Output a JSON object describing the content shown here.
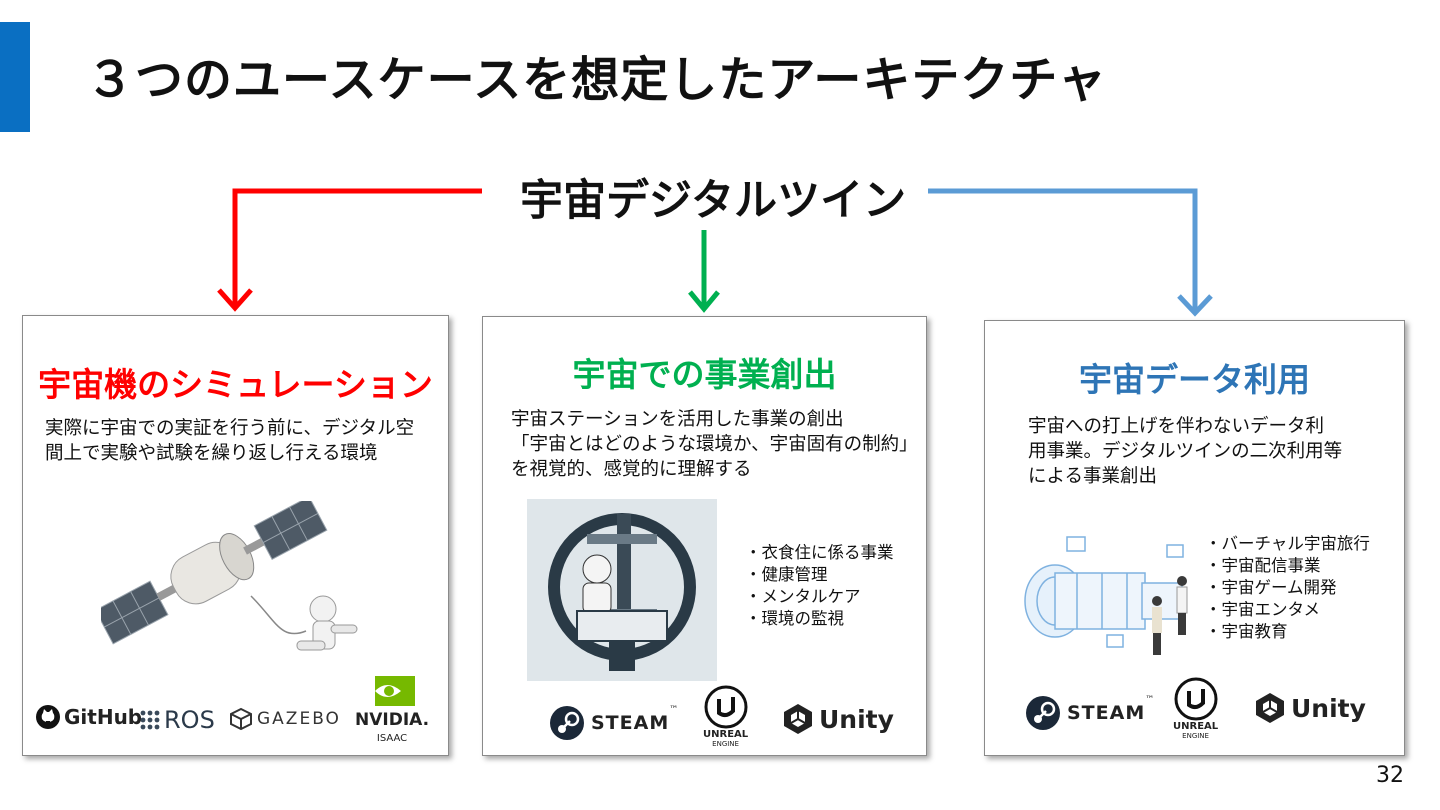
{
  "slide": {
    "title": "３つのユースケースを想定したアーキテクチャ",
    "hub_title": "宇宙デジタルツイン",
    "page_number": "32"
  },
  "colors": {
    "accent": "#0a6fc2",
    "red": "#ff0000",
    "green": "#00b050",
    "blue": "#5b9bd5",
    "blue_heading": "#2e75b6"
  },
  "cards": [
    {
      "heading": "宇宙機のシミュレーション",
      "description": "実際に宇宙での実証を行う前に、デジタル空\n間上で実験や試験を繰り返し行える環境",
      "logos": {
        "github": "GitHub",
        "ros": "ROS",
        "gazebo": "GAZEBO",
        "nvidia": "NVIDIA.",
        "nvidia_sub": "ISAAC"
      }
    },
    {
      "heading": "宇宙での事業創出",
      "description": "宇宙ステーションを活用した事業の創出\n「宇宙とはどのような環境か、宇宙固有の制約」\nを視覚的、感覚的に理解する",
      "bullets": [
        "衣食住に係る事業",
        "健康管理",
        "メンタルケア",
        "環境の監視"
      ],
      "logos": {
        "steam": "STEAM",
        "tm": "™",
        "unreal_1": "UNREAL",
        "unreal_2": "ENGINE",
        "unity": "Unity"
      }
    },
    {
      "heading": "宇宙データ利用",
      "description": "宇宙への打上げを伴わないデータ利\n用事業。デジタルツインの二次利用等\nによる事業創出",
      "bullets": [
        "バーチャル宇宙旅行",
        "宇宙配信事業",
        "宇宙ゲーム開発",
        "宇宙エンタメ",
        "宇宙教育"
      ],
      "logos": {
        "steam": "STEAM",
        "tm": "™",
        "unreal_1": "UNREAL",
        "unreal_2": "ENGINE",
        "unity": "Unity"
      }
    }
  ]
}
